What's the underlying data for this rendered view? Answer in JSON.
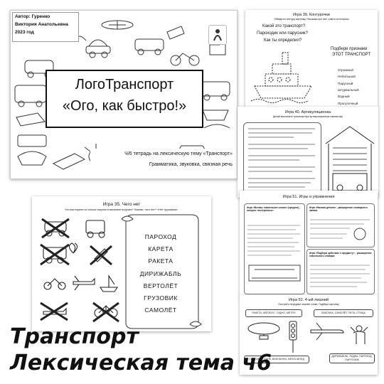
{
  "cover": {
    "author_line": "Автор: Гуренко",
    "author_name": "Виктория Анатольевна",
    "year": "2023 год",
    "title": "ЛогоТранспорт",
    "subtitle": "«Ого, как быстро!»",
    "notebook": "Ч/6 тетрадь на лексическую тему «Транспорт»",
    "topics": "Грамматика, звуковка, связная речь"
  },
  "p39": {
    "header": "Игра 39. Контурочки",
    "instruction": "Обведи по контуру картинку. Расскажи про неё, ответь на вопросы",
    "q1": "Какой это транспорт?",
    "q2": "Пароходик или парусник?",
    "q3": "Как ты определил?",
    "signs_title": "Подбери признаки",
    "signs_sub": "ЭТОТ ТРАНСПОРТ",
    "signs": [
      "Огромный",
      "Небольшой",
      "Парусный",
      "Штурвальный",
      "Водный",
      "Прогулочный"
    ]
  },
  "p40": {
    "header": "Игра 40. Артикуляционка",
    "instruction": "Делай выполнять транспортную артикуляционную гимнастику"
  },
  "p35": {
    "header": "Игра 35. Чего нет",
    "instruction": "Что выгнорили из списка покупок в магазине игрушек? Назови, чего нет? «Нет грузовика».",
    "words": [
      "ПАРОХОД",
      "КАРЕТА",
      "РАКЕТА",
      "ДИРИЖАБЛЬ",
      "ВЕРТОЛЁТ",
      "ГРУЗОВИК",
      "САМОЛЁТ"
    ]
  },
  "p51": {
    "header": "Игра 51. Игры и упражнения",
    "box1_title": "Игра «Вставь «маленькое слово» (предлог), которое «потерялось»",
    "box2_title": "Игра «Назови детали» - расширение словарного запаса",
    "box3_title": "Игра «Подбери действие к предмету» - расширение глагольного словаря"
  },
  "p52": {
    "header": "Игра 52. 4-ый лишний",
    "instruction": "Построй и передачи лишнее слово. Подбери картинку",
    "option1": "РАКЕТА, АВТОБУС, СУДНО, МЕТРО",
    "option2": "БАБОЧКА, САМОЛЁТ, ЯХТА, ПТИЦА",
    "option3": "СВЕТОФОР, ТАНК, ВОЛОКОНО, ВЕЛОСИПЕД",
    "option4": "ДИРИЖАБЛЬ, ЛОДКА, ПАРОХОД, ПАРУСНИК"
  },
  "banner": {
    "line1": "Транспорт",
    "line2": "Лексическая тема ч6"
  }
}
